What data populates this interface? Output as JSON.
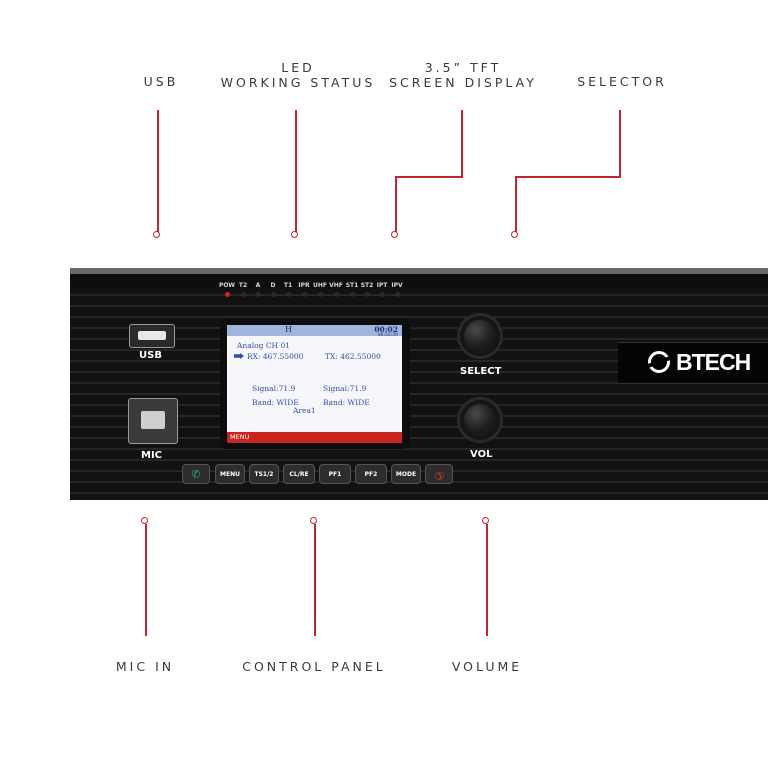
{
  "callouts": {
    "usb": "USB",
    "led_line1": "LED",
    "led_line2": "WORKING STATUS",
    "screen_line1": "3.5” TFT",
    "screen_line2": "SCREEN DISPLAY",
    "selector": "SELECTOR",
    "mic_in": "MIC IN",
    "control_panel": "CONTROL PANEL",
    "volume": "VOLUME"
  },
  "leds": [
    {
      "label": "POW",
      "on": true
    },
    {
      "label": "T2",
      "on": false
    },
    {
      "label": "A",
      "on": false
    },
    {
      "label": "D",
      "on": false
    },
    {
      "label": "T1",
      "on": false
    },
    {
      "label": "IPR",
      "on": false
    },
    {
      "label": "UHF",
      "on": false
    },
    {
      "label": "VHF",
      "on": false
    },
    {
      "label": "ST1",
      "on": false
    },
    {
      "label": "ST2",
      "on": false
    },
    {
      "label": "IPT",
      "on": false
    },
    {
      "label": "IPV",
      "on": false
    }
  ],
  "device_labels": {
    "usb": "USB",
    "mic": "MIC",
    "select": "SELECT",
    "vol": "VOL",
    "brand": "BTECH"
  },
  "screen": {
    "header_h": "H",
    "time": "00:02",
    "date": "06:52:39",
    "mode_line": "Analog CH  01",
    "rx": "RX: 467.55000",
    "tx": "TX: 462.55000",
    "signal_left": "Signal:71.9",
    "signal_right": "Signal:71.9",
    "band_left": "Band:  WIDE",
    "band_right": "Band:  WIDE",
    "area": "Area1",
    "menu": "MENU"
  },
  "buttons": [
    {
      "label": "",
      "icon": "call-green"
    },
    {
      "label": "MENU"
    },
    {
      "label": "TS1/2"
    },
    {
      "label": "CL/RE"
    },
    {
      "label": "PF1"
    },
    {
      "label": "PF2"
    },
    {
      "label": "MODE"
    },
    {
      "label": "",
      "icon": "hangup-red"
    }
  ],
  "colors": {
    "accent": "#c0272d",
    "screen_blue": "#2f4fa8",
    "menu_red": "#c8251f",
    "call_green": "#29b36b",
    "hangup_red": "#e0342c"
  }
}
